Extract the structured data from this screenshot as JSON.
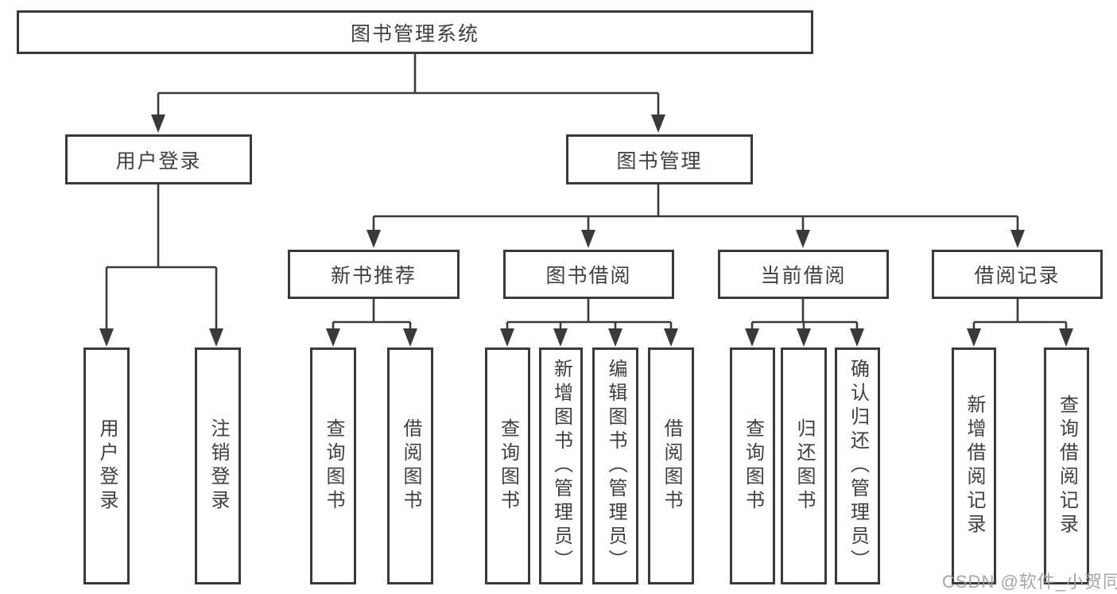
{
  "diagram_title": "图书管理系统",
  "nodes": {
    "root": {
      "label": "图书管理系统"
    },
    "level2": {
      "user_login": {
        "label": "用户登录"
      },
      "book_mgmt": {
        "label": "图书管理"
      }
    },
    "level3": {
      "new_books": {
        "label": "新书推荐"
      },
      "book_borrow": {
        "label": "图书借阅"
      },
      "current_borrow": {
        "label": "当前借阅"
      },
      "borrow_records": {
        "label": "借阅记录"
      }
    },
    "leaves": {
      "user_login_leaf": {
        "label": "用户登录"
      },
      "logout": {
        "label": "注销登录"
      },
      "nb_query_books": {
        "label": "查询图书"
      },
      "nb_borrow_books": {
        "label": "借阅图书"
      },
      "bb_query_books": {
        "label": "查询图书"
      },
      "bb_add_books": {
        "label": "新增图书（管理员）"
      },
      "bb_edit_books": {
        "label": "编辑图书（管理员）"
      },
      "bb_borrow_books": {
        "label": "借阅图书"
      },
      "cb_query_books": {
        "label": "查询图书"
      },
      "cb_return_books": {
        "label": "归还图书"
      },
      "cb_confirm_return": {
        "label": "确认归还（管理员）"
      },
      "br_add_record": {
        "label": "新增借阅记录"
      },
      "br_query_record": {
        "label": "查询借阅记录"
      }
    }
  },
  "watermark": "CSDN @软件_小贺同学",
  "colors": {
    "line": "#3a3a3a",
    "text": "#3f3f3f",
    "watermark_gray": "#9c9c9c",
    "background": "#ffffff"
  }
}
